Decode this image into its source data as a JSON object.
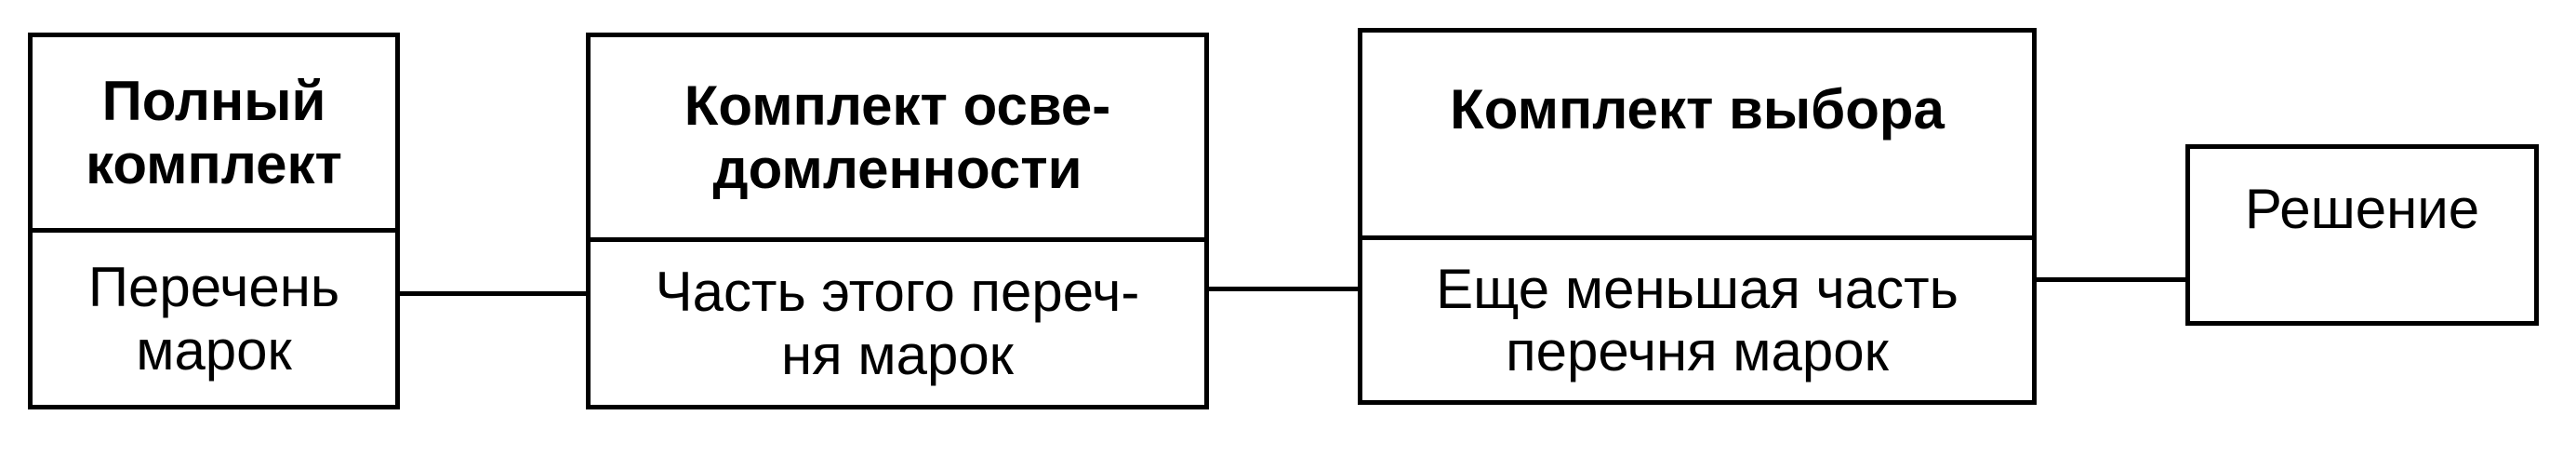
{
  "diagram": {
    "stages": [
      {
        "title": "Полный\nкомплект",
        "body": "Перечень\nмарок"
      },
      {
        "title": "Комплект осве-\nдомленности",
        "body": "Часть этого переч-\nня марок"
      },
      {
        "title": "Комплект выбора",
        "body": "Еще меньшая часть\nперечня марок"
      },
      {
        "title": "Решение"
      }
    ]
  }
}
